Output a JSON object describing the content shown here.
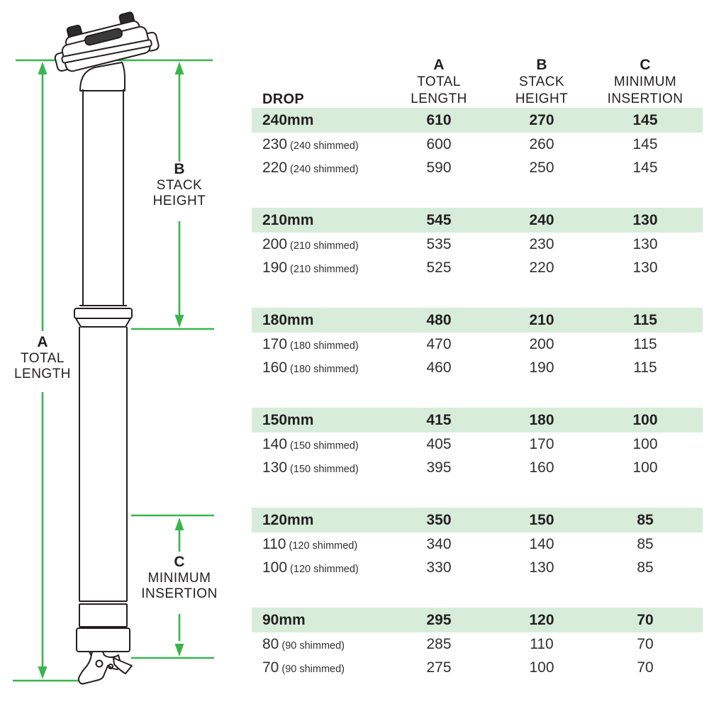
{
  "colors": {
    "accent_green": "#3ab54d",
    "row_highlight": "#d7edda",
    "ink": "#231f20"
  },
  "diagram": {
    "illustration": "dropper-seatpost-line-drawing",
    "dim_a": {
      "letter": "A",
      "line1": "TOTAL",
      "line2": "LENGTH"
    },
    "dim_b": {
      "letter": "B",
      "line1": "STACK",
      "line2": "HEIGHT"
    },
    "dim_c": {
      "letter": "C",
      "line1": "MINIMUM",
      "line2": "INSERTION"
    }
  },
  "table": {
    "header": {
      "drop": "DROP",
      "columns": [
        {
          "letter": "A",
          "line1": "TOTAL",
          "line2": "LENGTH"
        },
        {
          "letter": "B",
          "line1": "STACK",
          "line2": "HEIGHT"
        },
        {
          "letter": "C",
          "line1": "MINIMUM",
          "line2": "INSERTION"
        }
      ]
    },
    "groups": [
      {
        "rows": [
          {
            "drop": "240mm",
            "note": "",
            "a": "610",
            "b": "270",
            "c": "145",
            "highlight": true
          },
          {
            "drop": "230",
            "note": "(240 shimmed)",
            "a": "600",
            "b": "260",
            "c": "145",
            "highlight": false
          },
          {
            "drop": "220",
            "note": "(240 shimmed)",
            "a": "590",
            "b": "250",
            "c": "145",
            "highlight": false
          }
        ]
      },
      {
        "rows": [
          {
            "drop": "210mm",
            "note": "",
            "a": "545",
            "b": "240",
            "c": "130",
            "highlight": true
          },
          {
            "drop": "200",
            "note": "(210 shimmed)",
            "a": "535",
            "b": "230",
            "c": "130",
            "highlight": false
          },
          {
            "drop": "190",
            "note": "(210 shimmed)",
            "a": "525",
            "b": "220",
            "c": "130",
            "highlight": false
          }
        ]
      },
      {
        "rows": [
          {
            "drop": "180mm",
            "note": "",
            "a": "480",
            "b": "210",
            "c": "115",
            "highlight": true
          },
          {
            "drop": "170",
            "note": "(180 shimmed)",
            "a": "470",
            "b": "200",
            "c": "115",
            "highlight": false
          },
          {
            "drop": "160",
            "note": "(180 shimmed)",
            "a": "460",
            "b": "190",
            "c": "115",
            "highlight": false
          }
        ]
      },
      {
        "rows": [
          {
            "drop": "150mm",
            "note": "",
            "a": "415",
            "b": "180",
            "c": "100",
            "highlight": true
          },
          {
            "drop": "140",
            "note": "(150 shimmed)",
            "a": "405",
            "b": "170",
            "c": "100",
            "highlight": false
          },
          {
            "drop": "130",
            "note": "(150 shimmed)",
            "a": "395",
            "b": "160",
            "c": "100",
            "highlight": false
          }
        ]
      },
      {
        "rows": [
          {
            "drop": "120mm",
            "note": "",
            "a": "350",
            "b": "150",
            "c": "85",
            "highlight": true
          },
          {
            "drop": "110",
            "note": "(120 shimmed)",
            "a": "340",
            "b": "140",
            "c": "85",
            "highlight": false
          },
          {
            "drop": "100",
            "note": "(120 shimmed)",
            "a": "330",
            "b": "130",
            "c": "85",
            "highlight": false
          }
        ]
      },
      {
        "rows": [
          {
            "drop": "90mm",
            "note": "",
            "a": "295",
            "b": "120",
            "c": "70",
            "highlight": true
          },
          {
            "drop": "80",
            "note": "(90 shimmed)",
            "a": "285",
            "b": "110",
            "c": "70",
            "highlight": false
          },
          {
            "drop": "70",
            "note": "(90 shimmed)",
            "a": "275",
            "b": "100",
            "c": "70",
            "highlight": false
          }
        ]
      }
    ]
  }
}
